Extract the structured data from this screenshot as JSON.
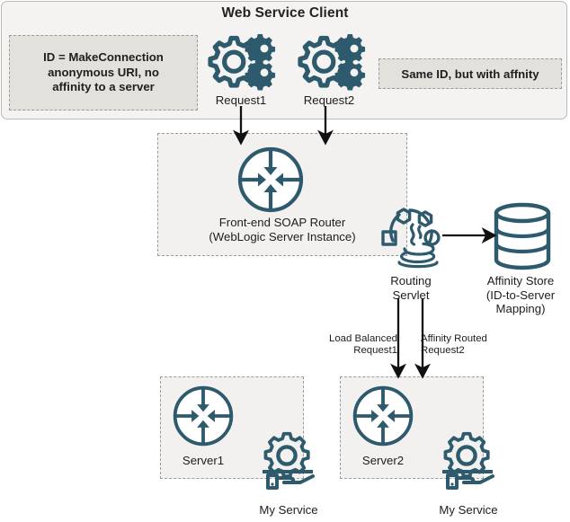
{
  "diagram": {
    "title": "Web Service Client",
    "type": "architecture-flow"
  },
  "client_panel": {
    "title": "Web Service Client",
    "id_note": {
      "lines": [
        "ID = MakeConnection",
        "anonymous URI, no",
        "affinity to a server"
      ],
      "text": "ID = MakeConnection anonymous URI, no affinity to a server"
    },
    "affinity_note": {
      "text": "Same ID, but with affnity"
    },
    "requests": [
      {
        "label": "Request1",
        "icon": "gears-icon"
      },
      {
        "label": "Request2",
        "icon": "gears-icon"
      }
    ]
  },
  "router": {
    "icon": "router-converge-icon",
    "label_line1": "Front-end SOAP Router",
    "label_line2": "(WebLogic Server Instance)"
  },
  "servlet": {
    "icon": "java-servlet-icon",
    "label_line1": "Routing",
    "label_line2": "Servlet"
  },
  "affinity_store": {
    "icon": "database-cylinder-icon",
    "label_line1": "Affinity Store",
    "label_line2": "(ID-to-Server",
    "label_line3": "Mapping)"
  },
  "routed_requests": [
    {
      "label_line1": "Load Balanced",
      "label_line2": "Request1"
    },
    {
      "label_line1": "Affinity Routed",
      "label_line2": "Request2"
    }
  ],
  "servers": [
    {
      "label": "Server1",
      "icon": "router-converge-icon",
      "service": {
        "label": "My Service",
        "icon": "gear-on-hand-icon"
      }
    },
    {
      "label": "Server2",
      "icon": "router-converge-icon",
      "service": {
        "label": "My Service",
        "icon": "gear-on-hand-icon"
      }
    }
  ],
  "colors": {
    "accent_teal": "#2e5a6d",
    "panel_bg": "#f4f3f1",
    "panel_border": "#bdbab5",
    "note_bg": "#e3e1dc",
    "note_border": "#9d9a95",
    "region_bg": "#f2f1ef",
    "arrow": "#101010",
    "text": "#1d1d1d"
  }
}
